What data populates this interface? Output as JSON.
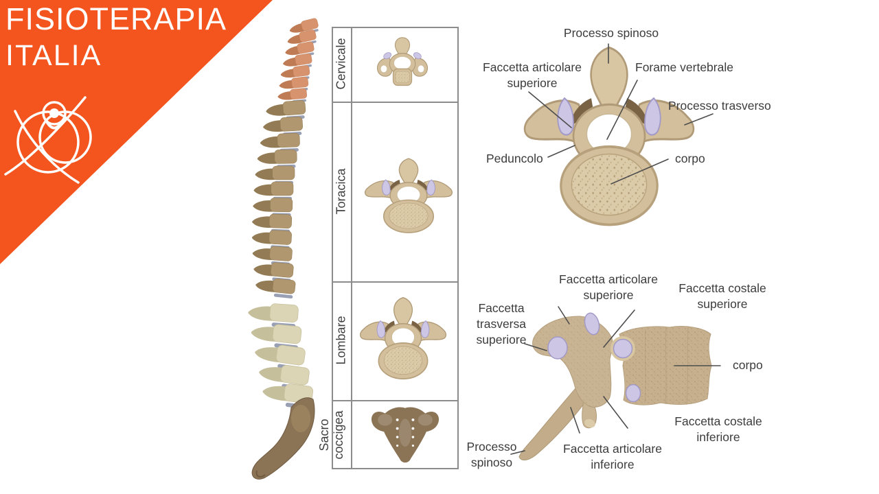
{
  "brand": {
    "line1": "FISIOTERAPIA",
    "line2": "ITALIA",
    "logo": "person-in-circles"
  },
  "spine_table": {
    "rows": [
      {
        "label": "Cervicale"
      },
      {
        "label": "Toracica"
      },
      {
        "label": "Lombare"
      },
      {
        "label": "Sacro coccigea"
      }
    ]
  },
  "superior_diagram": {
    "labels": {
      "processo_spinoso": "Processo spinoso",
      "faccetta_articolare_superiore": "Faccetta articolare superiore",
      "forame_vertebrale": "Forame vertebrale",
      "processo_trasverso": "Processo trasverso",
      "peduncolo": "Peduncolo",
      "corpo": "corpo"
    }
  },
  "lateral_diagram": {
    "labels": {
      "faccetta_articolare_superiore": "Faccetta articolare superiore",
      "faccetta_costale_superiore": "Faccetta costale superiore",
      "faccetta_trasversa_superiore": "Faccetta trasversa superiore",
      "corpo": "corpo",
      "faccetta_costale_inferiore": "Faccetta costale inferiore",
      "faccetta_articolare_inferiore": "Faccetta articolare inferiore",
      "processo_spinoso": "Processo spinoso"
    }
  },
  "colors": {
    "banner_orange": "#F4541E",
    "text": "#3C3C3C",
    "table_border": "#8C8C8C",
    "bone_light": "#DCCBA8",
    "bone_outline": "#B09A77",
    "facet_lavender": "#CDC6E5",
    "disc_gray_blue": "#99A0B4",
    "cervical_salmon": "#D6936E",
    "thoracic_brown": "#B1976F",
    "lumbar_khaki": "#DBD5B6",
    "sacrum_brown": "#8B7456"
  }
}
